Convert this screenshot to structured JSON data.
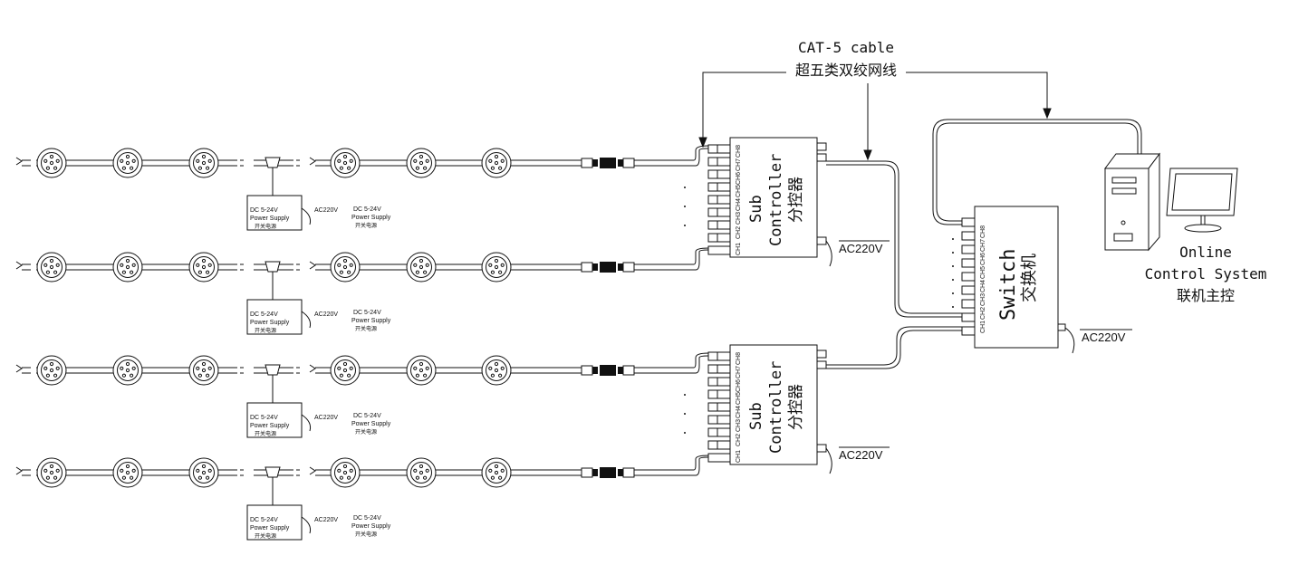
{
  "cable": {
    "label_en": "CAT-5 cable",
    "label_cn": "超五类双绞网线"
  },
  "power_supply": {
    "line1": "DC  5-24V",
    "line2": "Power Supply",
    "line3": "开关电源",
    "ac_label": "AC220V"
  },
  "sub_controller": {
    "label_en_1": "Sub",
    "label_en_2": "Controller",
    "label_cn": "分控器",
    "ac_label": "AC220V",
    "channels": [
      "CH1",
      "CH2",
      "CH3",
      "CH4",
      "CH5",
      "CH6",
      "CH7",
      "CH8"
    ]
  },
  "switch": {
    "label_en": "Switch",
    "label_cn": "交换机",
    "ac_label": "AC220V",
    "channels": [
      "CH1",
      "CH2",
      "CH3",
      "CH4",
      "CH5",
      "CH6",
      "CH7",
      "CH8"
    ]
  },
  "online_control": {
    "line1": "Online",
    "line2": "Control System",
    "line3": "联机主控"
  }
}
